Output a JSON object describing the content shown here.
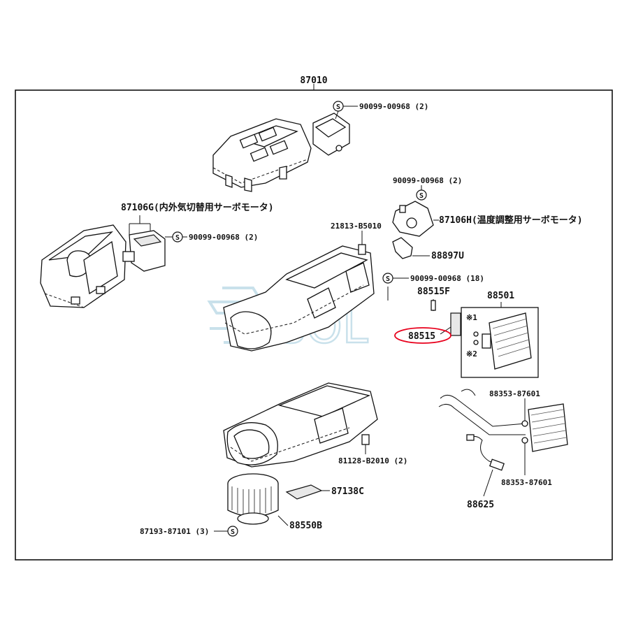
{
  "diagram": {
    "assembly_label": "87010",
    "labels": {
      "screw_top": "90099-00968 (2)",
      "screw_right_servo": "90099-00968 (2)",
      "servo_left": "87106G(内外気切替用サーボモータ)",
      "screw_left_servo": "90099-00968 (2)",
      "servo_right": "87106H(温度調整用サーボモータ)",
      "clip_21813": "21813-B5010",
      "sensor_88897": "88897U",
      "screw_18": "90099-00968 (18)",
      "part_88515f": "88515F",
      "part_88501": "88501",
      "part_88515": "88515",
      "mark1": "※1",
      "mark2": "※2",
      "oring_top": "88353-87601",
      "oring_bottom": "88353-87601",
      "clip_81128": "81128-B2010 (2)",
      "filter_87138": "87138C",
      "screw_87193": "87193-87101 (3)",
      "blower_88550": "88550B",
      "sensor_88625": "88625"
    },
    "screw_symbol": "S",
    "watermark": "SOL",
    "highlight_color": "#e8001c",
    "watermark_color": "#9ec9dc"
  }
}
